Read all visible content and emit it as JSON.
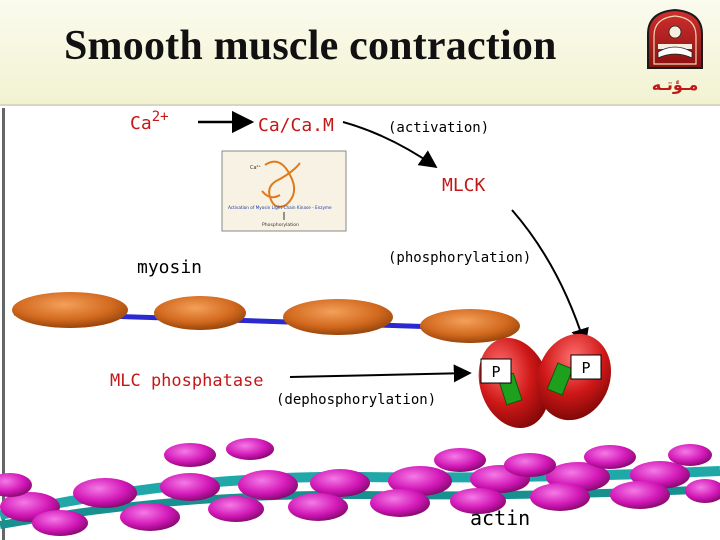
{
  "slide": {
    "title": "Smooth muscle contraction"
  },
  "logo": {
    "text": "مـؤتـه",
    "icon": "university-crest-icon",
    "colors": {
      "crest": "#b32020",
      "outline": "#1a1a1a"
    }
  },
  "diagram": {
    "ca_label": "Ca",
    "ca_superscript": "2+",
    "cam_label": "Ca/Ca.M",
    "activation_label": "(activation)",
    "mlck_label": "MLCK",
    "phosphorylation_label": "(phosphorylation)",
    "myosin_label": "myosin",
    "mlc_phosphatase_label": "MLC phosphatase",
    "dephosphorylation_label": "(dephosphorylation)",
    "p_label_left": "P",
    "p_label_right": "P",
    "actin_label": "actin",
    "inset": {
      "caption": "Activation of Myosin Light-Chain Kinase - Enzyme",
      "arrow_caption": "Phosphorylation",
      "ca_small": "Ca²⁺"
    },
    "colors": {
      "label_red": "#c41818",
      "myosin_body": "#d2691e",
      "myosin_filament": "#2a2ad0",
      "head": "#d01818",
      "light_chain": "#1ea01e",
      "actin_bead": "#d318b8",
      "actin_strand": "#20a8a8"
    }
  }
}
